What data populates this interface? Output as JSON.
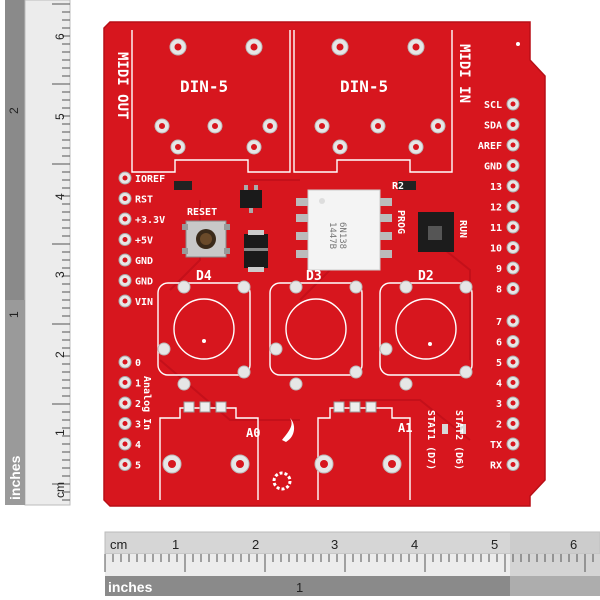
{
  "board": {
    "din_left": "DIN-5",
    "din_right": "DIN-5",
    "midi_out": "MIDI OUT",
    "midi_in": "MIDI IN",
    "reset": "RESET",
    "chip_line1": "6N138",
    "chip_line2": "1447B",
    "prog": "PROG",
    "run": "RUN",
    "d4": "D4",
    "d3": "D3",
    "d2": "D2",
    "a0": "A0",
    "a1": "A1",
    "analog_in": "Analog In",
    "stat1": "STAT1 (D7)",
    "stat2": "STAT2 (D6)",
    "r2": "R2",
    "left_power_pins": [
      "IOREF",
      "RST",
      "+3.3V",
      "+5V",
      "GND",
      "GND",
      "VIN"
    ],
    "left_analog_pins": [
      "0",
      "1",
      "2",
      "3",
      "4",
      "5"
    ],
    "right_pins_top": [
      "SCL",
      "SDA",
      "AREF",
      "GND",
      "13",
      "12",
      "11",
      "10",
      "9",
      "8"
    ],
    "right_pins_bottom": [
      "7",
      "6",
      "5",
      "4",
      "3",
      "2",
      "TX",
      "RX"
    ]
  },
  "ruler_left": {
    "cm_label": "cm",
    "inches_label": "inches",
    "cm_numbers": [
      "1",
      "2",
      "3",
      "4",
      "5",
      "6"
    ],
    "inch_numbers": [
      "1",
      "2"
    ]
  },
  "ruler_bottom": {
    "cm_label": "cm",
    "inches_label": "inches",
    "cm_numbers": [
      "1",
      "2",
      "3",
      "4",
      "5",
      "6"
    ],
    "inch_numbers": [
      "1"
    ]
  },
  "colors": {
    "pcb": "#d7161e",
    "silkscreen": "#ffffff",
    "pad": "#e8e8e8",
    "ruler_dark": "#888888",
    "ruler_light": "#dcdcdc"
  }
}
